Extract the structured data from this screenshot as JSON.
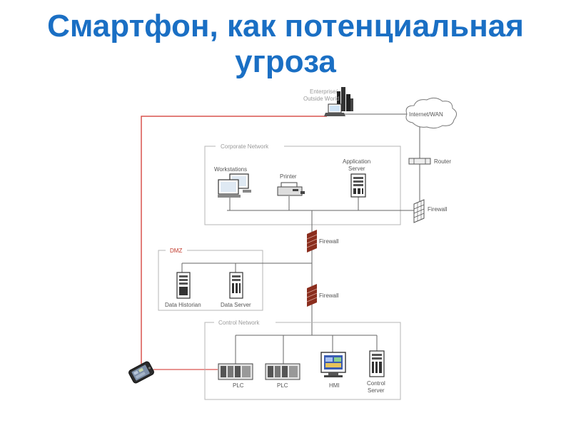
{
  "title": {
    "line1": "Смартфон, как потенциальная",
    "line2": "угроза"
  },
  "diagram": {
    "enterprise_label_1": "Enterprise/",
    "enterprise_label_2": "Outside World",
    "internet_label": "Internet/WAN",
    "router_label": "Router",
    "corporate_network_label": "Corporate Network",
    "workstations_label": "Workstations",
    "printer_label": "Printer",
    "app_server_label_1": "Application",
    "app_server_label_2": "Server",
    "firewall_top_label": "Firewall",
    "firewall_mid_label": "Firewall",
    "firewall_low_label": "Firewall",
    "dmz_label": "DMZ",
    "data_historian_label": "Data Historian",
    "data_server_label": "Data Server",
    "control_network_label": "Control Network",
    "plc1_label": "PLC",
    "plc2_label": "PLC",
    "hmi_label": "HMI",
    "control_server_label_1": "Control",
    "control_server_label_2": "Server"
  },
  "colors": {
    "title": "#1a6fc4",
    "threat_line": "#d9534f",
    "firewall": "#8b2e1e",
    "network_box": "#b5b5b5"
  }
}
